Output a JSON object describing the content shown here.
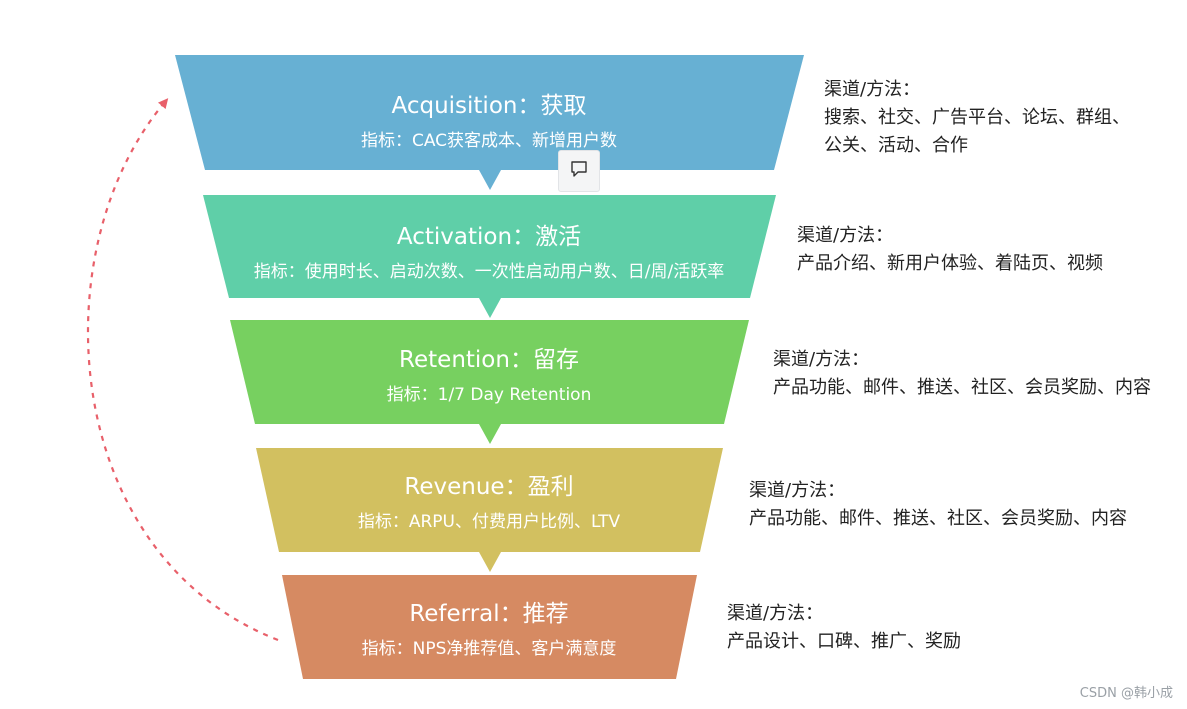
{
  "stages": [
    {
      "title": "Acquisition：获取",
      "metric": "指标：CAC获客成本、新增用户数",
      "color": "#67b0d3",
      "channel_label": "渠道/方法：",
      "channel_lines": [
        "搜索、社交、广告平台、论坛、群组、",
        "公关、活动、合作"
      ]
    },
    {
      "title": "Activation：激活",
      "metric": "指标：使用时长、启动次数、一次性启动用户数、日/周/活跃率",
      "color": "#5fcfa8",
      "channel_label": "渠道/方法：",
      "channel_lines": [
        "产品介绍、新用户体验、着陆页、视频"
      ]
    },
    {
      "title": "Retention：留存",
      "metric": "指标：1/7 Day Retention",
      "color": "#77d060",
      "channel_label": "渠道/方法：",
      "channel_lines": [
        "产品功能、邮件、推送、社区、会员奖励、内容"
      ]
    },
    {
      "title": "Revenue：盈利",
      "metric": "指标：ARPU、付费用户比例、LTV",
      "color": "#d2c060",
      "channel_label": "渠道/方法：",
      "channel_lines": [
        "产品功能、邮件、推送、社区、会员奖励、内容"
      ]
    },
    {
      "title": "Referral：推荐",
      "metric": "指标：NPS净推荐值、客户满意度",
      "color": "#d68a62",
      "channel_label": "渠道/方法：",
      "channel_lines": [
        "产品设计、口碑、推广、奖励"
      ]
    }
  ],
  "loop_arrow_color": "#e8606a",
  "comment_icon": "comment-icon",
  "watermark": "CSDN @韩小成"
}
